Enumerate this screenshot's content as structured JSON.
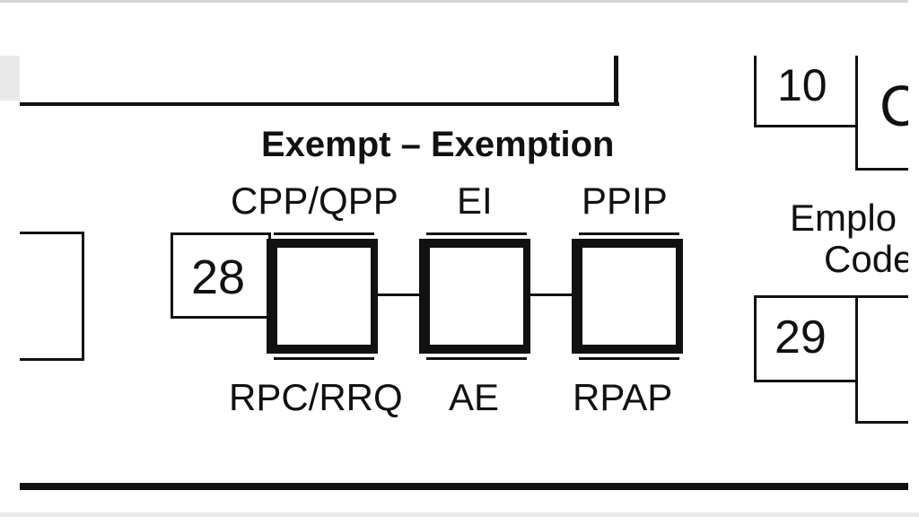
{
  "section": {
    "title": "Exempt – Exemption",
    "box_numbers": {
      "left": "10",
      "exempt": "28",
      "right": "29"
    },
    "right_label_line1": "Emplo",
    "right_label_line2": "Code",
    "partial_letter": "C"
  },
  "checkboxes": [
    {
      "top_label": "CPP/QPP",
      "bottom_label": "RPC/RRQ",
      "checked": false
    },
    {
      "top_label": "EI",
      "bottom_label": "AE",
      "checked": false
    },
    {
      "top_label": "PPIP",
      "bottom_label": "RPAP",
      "checked": false
    }
  ]
}
